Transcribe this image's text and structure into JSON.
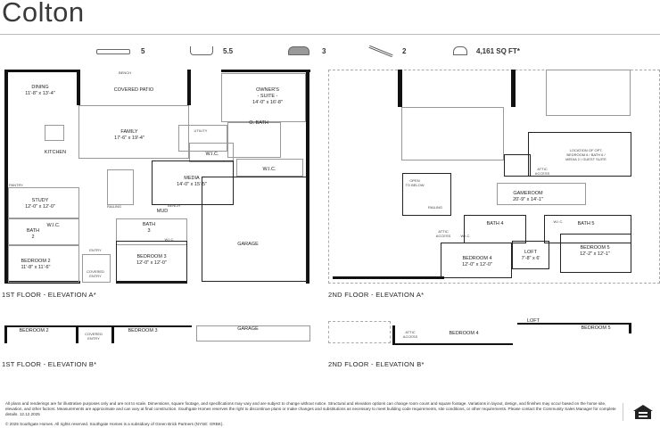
{
  "title": "Colton",
  "stats": {
    "beds": "5",
    "baths": "5.5",
    "garage": "3",
    "stories": "2",
    "sqft": "4,161 SQ FT*"
  },
  "floor1": {
    "caption": "1ST FLOOR - ELEVATION A*",
    "rooms": {
      "dining": "DINING",
      "dining_dim": "11'-8\" x 13'-4\"",
      "patio": "COVERED PATIO",
      "owners": "OWNER'S",
      "owners2": "- SUITE -",
      "owners_dim": "14'-0\" x 16'-8\"",
      "family": "FAMILY",
      "family_dim": "17'-6\" x 19'-4\"",
      "obath": "O. BATH",
      "utility": "UTILITY",
      "kitchen": "KITCHEN",
      "wic1": "W.I.C.",
      "wic2": "W.I.C.",
      "media": "MEDIA",
      "media_dim": "14'-0\" x 15'-5\"",
      "study": "STUDY",
      "study_dim": "12'-0\" x 12'-0\"",
      "pantry": "PANTRY",
      "bench1": "BENCH",
      "bench2": "BENCH",
      "mud": "MUD",
      "wic3": "W.I.C.",
      "bath2": "BATH",
      "bath2n": "2",
      "bath3": "BATH",
      "bath3n": "3",
      "wic4": "W.I.C.",
      "garage": "GARAGE",
      "bed2": "BEDROOM 2",
      "bed2_dim": "11'-8\" x 11'-6\"",
      "entry": "ENTRY",
      "bed3": "BEDROOM 3",
      "bed3_dim": "12'-0\" x 12'-0\"",
      "covered_entry": "COVERED",
      "covered_entry2": "ENTRY",
      "railing": "RAILING"
    }
  },
  "floor2": {
    "caption": "2ND FLOOR - ELEVATION A*",
    "rooms": {
      "opt": "LOCATION OF OPT.",
      "opt2": "BEDROOM 6 / BATH 6 /",
      "opt3": "MEDIA 2 / GUEST SUITE",
      "open": "OPEN",
      "open2": "TO BELOW",
      "attic1": "ATTIC",
      "attic1b": "ACCESS",
      "gameroom": "GAMEROOM",
      "gameroom_dim": "20'-9\" x 14'-1\"",
      "bath4": "BATH",
      "bath4n": "4",
      "bath5": "BATH",
      "bath5n": "5",
      "attic2": "ATTIC",
      "attic2b": "ACCESS",
      "wic": "W.I.C.",
      "wic5": "W.I.C.",
      "loft": "LOFT",
      "loft_dim": "7'-8\" x 6'",
      "bed4": "BEDROOM 4",
      "bed4_dim": "12'-0\" x 12'-0\"",
      "bed5": "BEDROOM 5",
      "bed5_dim": "12'-2\" x 12'-1\"",
      "railing": "RAILING"
    }
  },
  "elevB1": {
    "caption": "1ST FLOOR - ELEVATION B*",
    "bed2": "BEDROOM 2",
    "covered": "COVERED",
    "covered2": "ENTRY",
    "bed3": "BEDROOM 3",
    "garage": "GARAGE"
  },
  "elevB2": {
    "caption": "2ND FLOOR - ELEVATION B*",
    "attic": "ATTIC",
    "attic2": "ACCESS",
    "bed4": "BEDROOM 4",
    "loft": "LOFT",
    "bed5": "BEDROOM 5"
  },
  "disclaimer": "All plans and renderings are for illustrative purposes only and are not to scale. Dimensions, square footage, and specifications may vary and are subject to change without notice. Structural and elevation options can change room count and square footage. Variations in layout, design, and finishes may occur based on the home site, elevation, and other factors. Measurements are approximate and can vary at final construction. Southgate Homes reserves the right to discontinue plans or make changes and substitutions as necessary to meet building code requirements, site conditions, or other requirements. Please contact the Community Sales Manager for complete details. 12.12.2025",
  "copyright": "© 2025 Southgate Homes. All rights reserved. Southgate Homes is a subsidiary of Green Brick Partners (NYSE: GRBK).",
  "logo_text": "EQUAL HOUSING OPPORTUNITY"
}
